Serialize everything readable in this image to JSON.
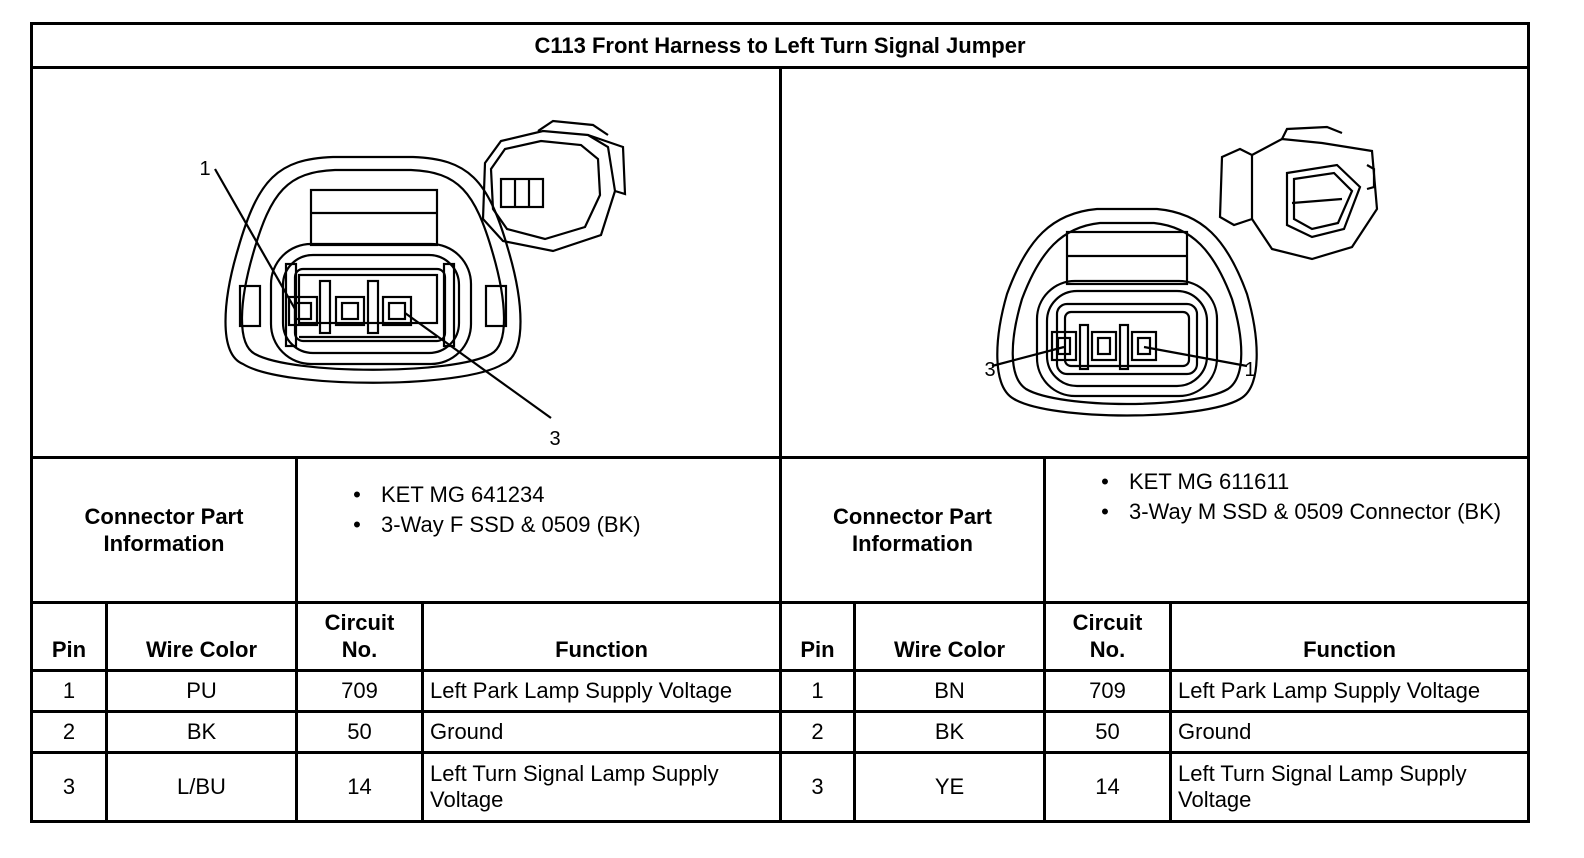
{
  "title": "C113 Front Harness to Left Turn Signal Jumper",
  "left": {
    "pin_labels": {
      "top": "1",
      "bottom": "3"
    },
    "connector_part_label": "Connector Part Information",
    "part_info": [
      "KET MG 641234",
      "3-Way F SSD & 0509 (BK)"
    ],
    "headers": {
      "pin": "Pin",
      "wire_color": "Wire Color",
      "circuit_no": "Circuit No.",
      "function": "Function"
    },
    "rows": [
      {
        "pin": "1",
        "wire_color": "PU",
        "circuit": "709",
        "function": "Left Park Lamp Supply Voltage"
      },
      {
        "pin": "2",
        "wire_color": "BK",
        "circuit": "50",
        "function": "Ground"
      },
      {
        "pin": "3",
        "wire_color": "L/BU",
        "circuit": "14",
        "function": "Left Turn Signal Lamp Supply Voltage"
      }
    ]
  },
  "right": {
    "pin_labels": {
      "left": "3",
      "right": "1"
    },
    "connector_part_label": "Connector Part Information",
    "part_info": [
      "KET MG 611611",
      "3-Way M SSD & 0509 Connector (BK)"
    ],
    "headers": {
      "pin": "Pin",
      "wire_color": "Wire Color",
      "circuit_no": "Circuit No.",
      "function": "Function"
    },
    "rows": [
      {
        "pin": "1",
        "wire_color": "BN",
        "circuit": "709",
        "function": "Left Park Lamp Supply Voltage"
      },
      {
        "pin": "2",
        "wire_color": "BK",
        "circuit": "50",
        "function": "Ground"
      },
      {
        "pin": "3",
        "wire_color": "YE",
        "circuit": "14",
        "function": "Left Turn Signal Lamp Supply Voltage"
      }
    ]
  },
  "bullet_symbol": "•"
}
